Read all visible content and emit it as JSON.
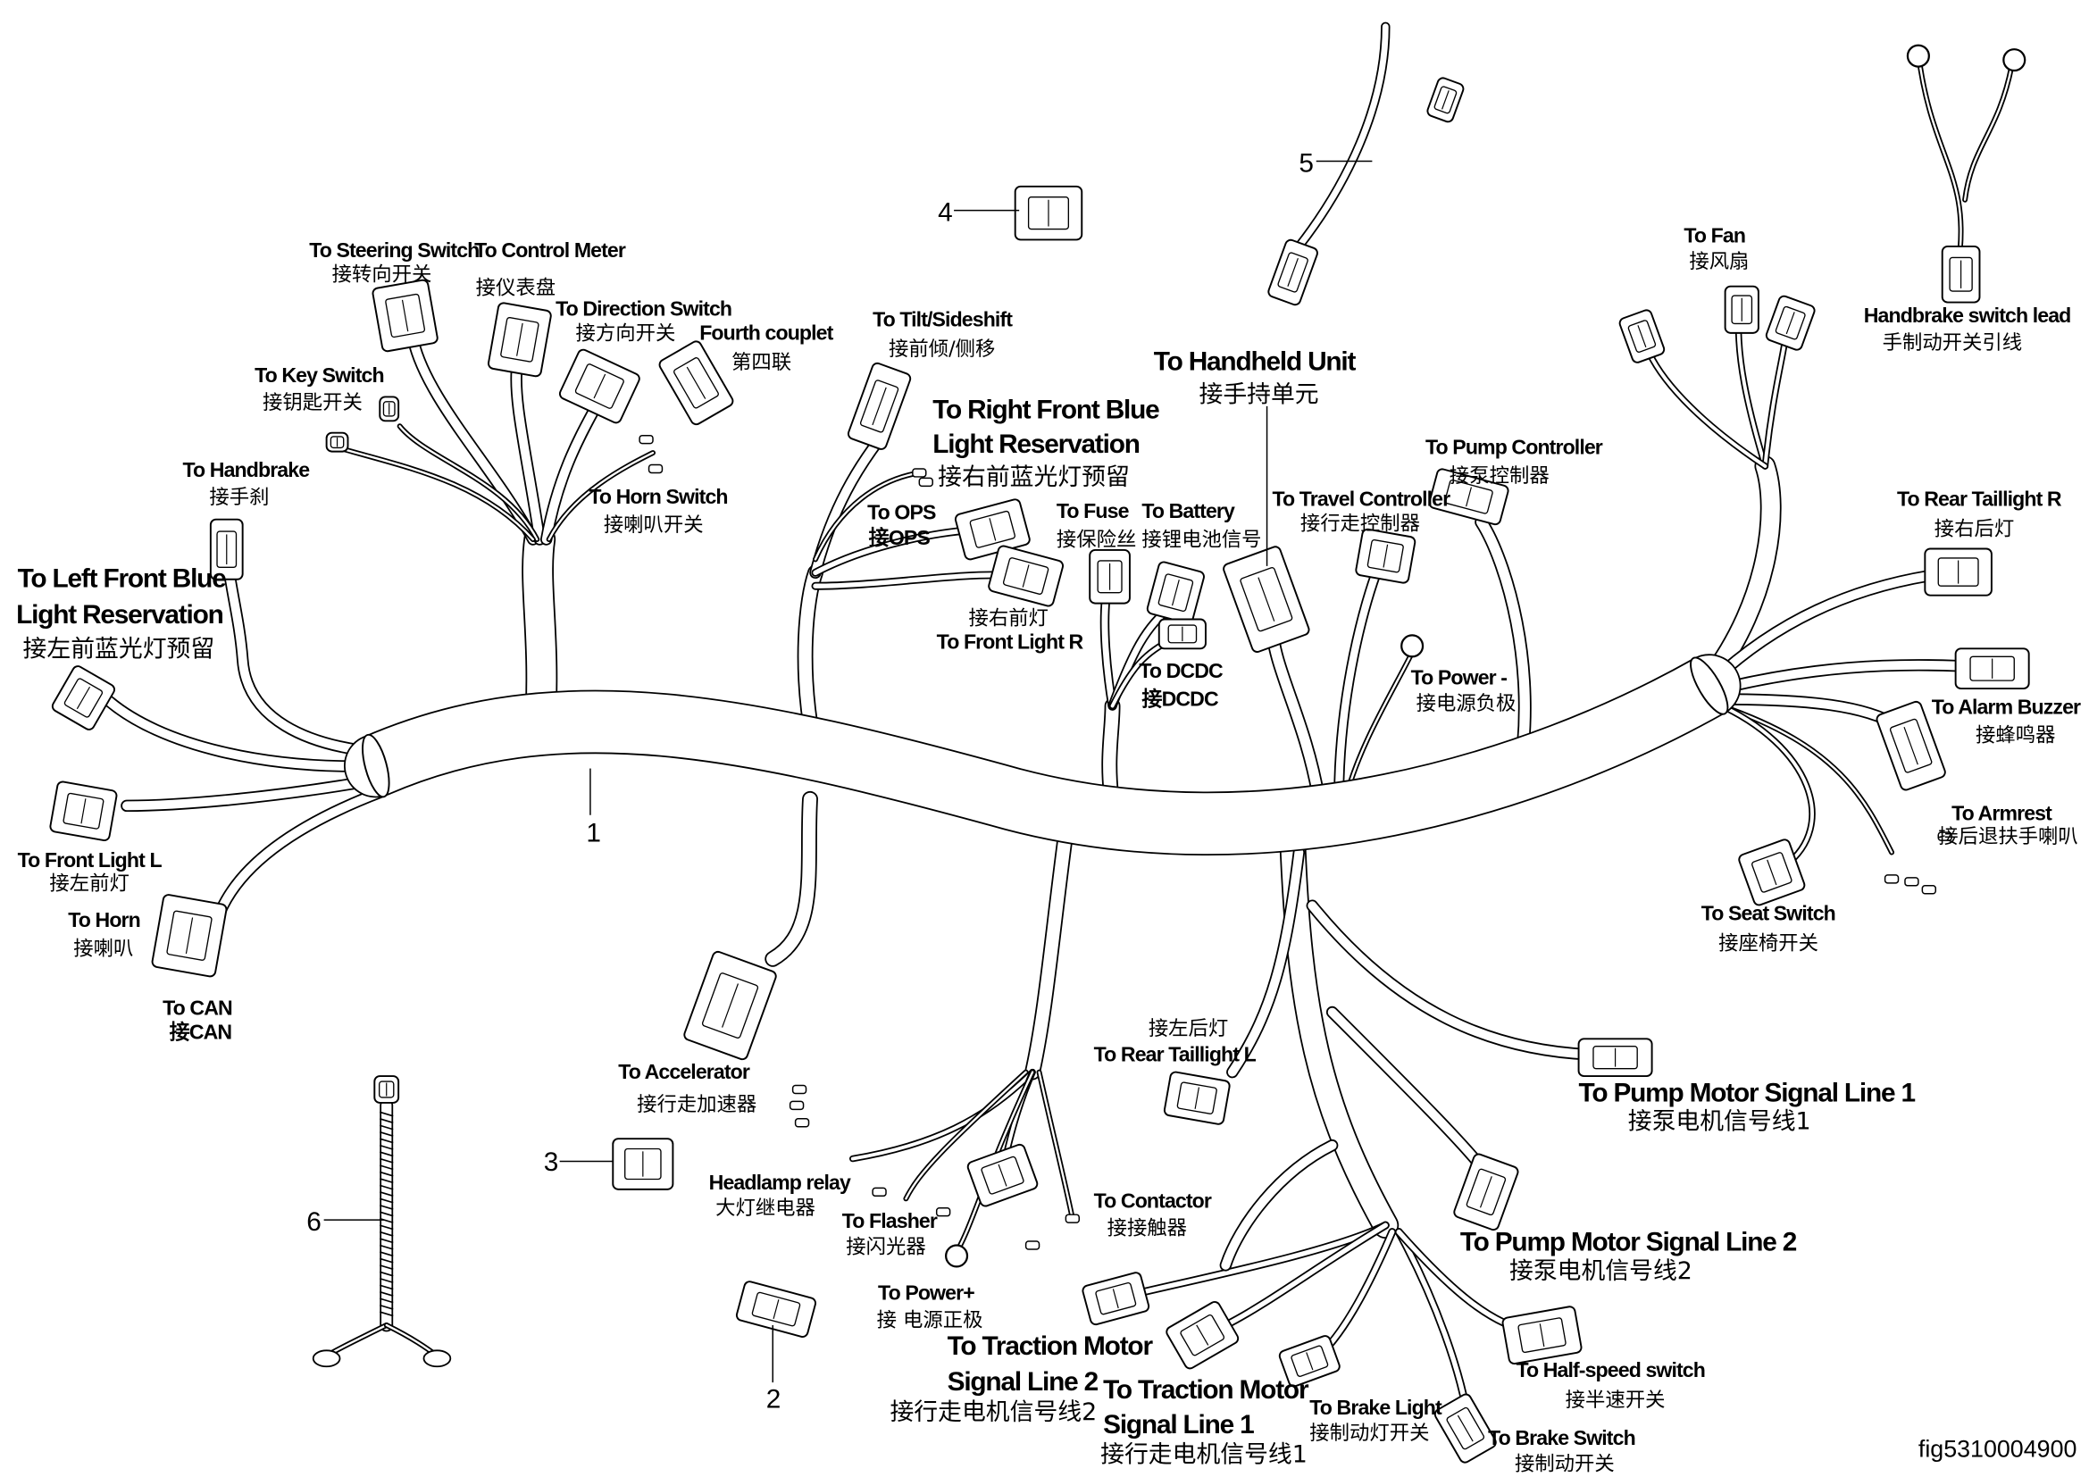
{
  "figure_id": "fig5310004900",
  "part_numbers": [
    "1",
    "2",
    "3",
    "4",
    "5",
    "6"
  ],
  "labels": {
    "steering_en": "To Steering Switch",
    "steering_cn": "接转向开关",
    "meter_en": "To Control Meter",
    "meter_cn": "接仪表盘",
    "direction_en": "To Direction Switch",
    "direction_cn": "接方向开关",
    "fourth_en": "Fourth couplet",
    "fourth_cn": "第四联",
    "key_en": "To Key Switch",
    "key_cn": "接钥匙开关",
    "handbrake_en": "To Handbrake",
    "handbrake_cn": "接手刹",
    "hornsw_en": "To Horn Switch",
    "hornsw_cn": "接喇叭开关",
    "tilt_en": "To Tilt/Sideshift",
    "tilt_cn": "接前倾/侧移",
    "rfblue_en1": "To Right Front Blue",
    "rfblue_en2": "Light Reservation",
    "rfblue_cn": "接右前蓝光灯预留",
    "ops_en": "To  OPS",
    "ops_cn": "接OPS",
    "fuse_en": "To Fuse",
    "fuse_cn": "接保险丝",
    "battery_en": "To Battery",
    "battery_cn": "接锂电池信号",
    "flr_cn": "接右前灯",
    "flr_en": "To Front Light R",
    "dcdc_en": "To DCDC",
    "dcdc_cn": "接DCDC",
    "handheld_en": "To Handheld Unit",
    "handheld_cn": "接手持单元",
    "pumpctl_en": "To Pump Controller",
    "pumpctl_cn": "接泵控制器",
    "travel_en": "To Travel Controller",
    "travel_cn": "接行走控制器",
    "powneg_en": "To Power -",
    "powneg_cn": "接电源负极",
    "fan_en": "To Fan",
    "fan_cn": "接风扇",
    "hblead_en": "Handbrake switch lead",
    "hblead_cn": "手制动开关引线",
    "rtr_en": "To Rear Taillight R",
    "rtr_cn": "接右后灯",
    "buzzer_en": "To Alarm Buzzer",
    "buzzer_cn": "接蜂鸣器",
    "armrest_en": "To Armrest",
    "armrest_cn": "接后退扶手喇叭",
    "seat_en": "To Seat Switch",
    "seat_cn": "接座椅开关",
    "lfblue_en1": "To Left Front Blue",
    "lfblue_en2": "Light Reservation",
    "lfblue_cn": "接左前蓝光灯预留",
    "fll_en": "To Front Light L",
    "fll_cn": "接左前灯",
    "horn_en": "To Horn",
    "horn_cn": "接喇叭",
    "can_en": "To CAN",
    "can_cn": "接CAN",
    "accel_en": "To  Accelerator",
    "accel_cn": "接行走加速器",
    "relay_en": "Headlamp relay",
    "relay_cn": "大灯继电器",
    "flasher_en": "To Flasher",
    "flasher_cn": "接闪光器",
    "rtl_cn": "接左后灯",
    "rtl_en": "To Rear Taillight L",
    "contactor_en": "To Contactor",
    "contactor_cn": "接接触器",
    "powpos_en": "To Power+",
    "powpos_cn": "接 电源正极",
    "tm2_en1": "To Traction Motor",
    "tm2_en2": "Signal Line 2",
    "tm2_cn": "接行走电机信号线2",
    "tm1_en1": "To Traction Motor",
    "tm1_en2": "Signal Line 1",
    "tm1_cn": "接行走电机信号线1",
    "brakelight_en": "To Brake Light",
    "brakelight_cn": "接制动灯开关",
    "brakesw_en": "To Brake Switch",
    "brakesw_cn": "接制动开关",
    "halfspeed_en": "To  Half-speed switch",
    "halfspeed_cn": "接半速开关",
    "pm1_en": "To Pump Motor  Signal Line 1",
    "pm1_cn": "接泵电机信号线1",
    "pm2_en": "To Pump Motor  Signal Line 2",
    "pm2_cn": "接泵电机信号线2"
  }
}
